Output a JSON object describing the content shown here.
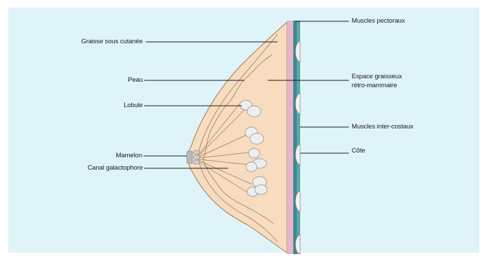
{
  "colors": {
    "background": "#dff4f8",
    "skin": "#f7dcc0",
    "outline": "#9a7a55",
    "pink_layer": "#e8b4c8",
    "muscle_teal": "#3c8a8e",
    "rib": "#f2f2f2",
    "lobule": "#eeeeee",
    "leader_line": "#1a1a1a"
  },
  "labels": {
    "graisse_sous_cutanee": "Graisse sous cutanée",
    "peau": "Peau",
    "lobule": "Lobule",
    "mamelon": "Mamelon",
    "canal_galactophore": "Canal galactophore",
    "muscles_pectoraux": "Muscles pectoraux",
    "espace_graisseux_line1": "Espace graisseux",
    "espace_graisseux_line2": "rétro-mammaire",
    "muscles_inter_costaux": "Muscles inter-costaux",
    "cote": "Côte"
  }
}
